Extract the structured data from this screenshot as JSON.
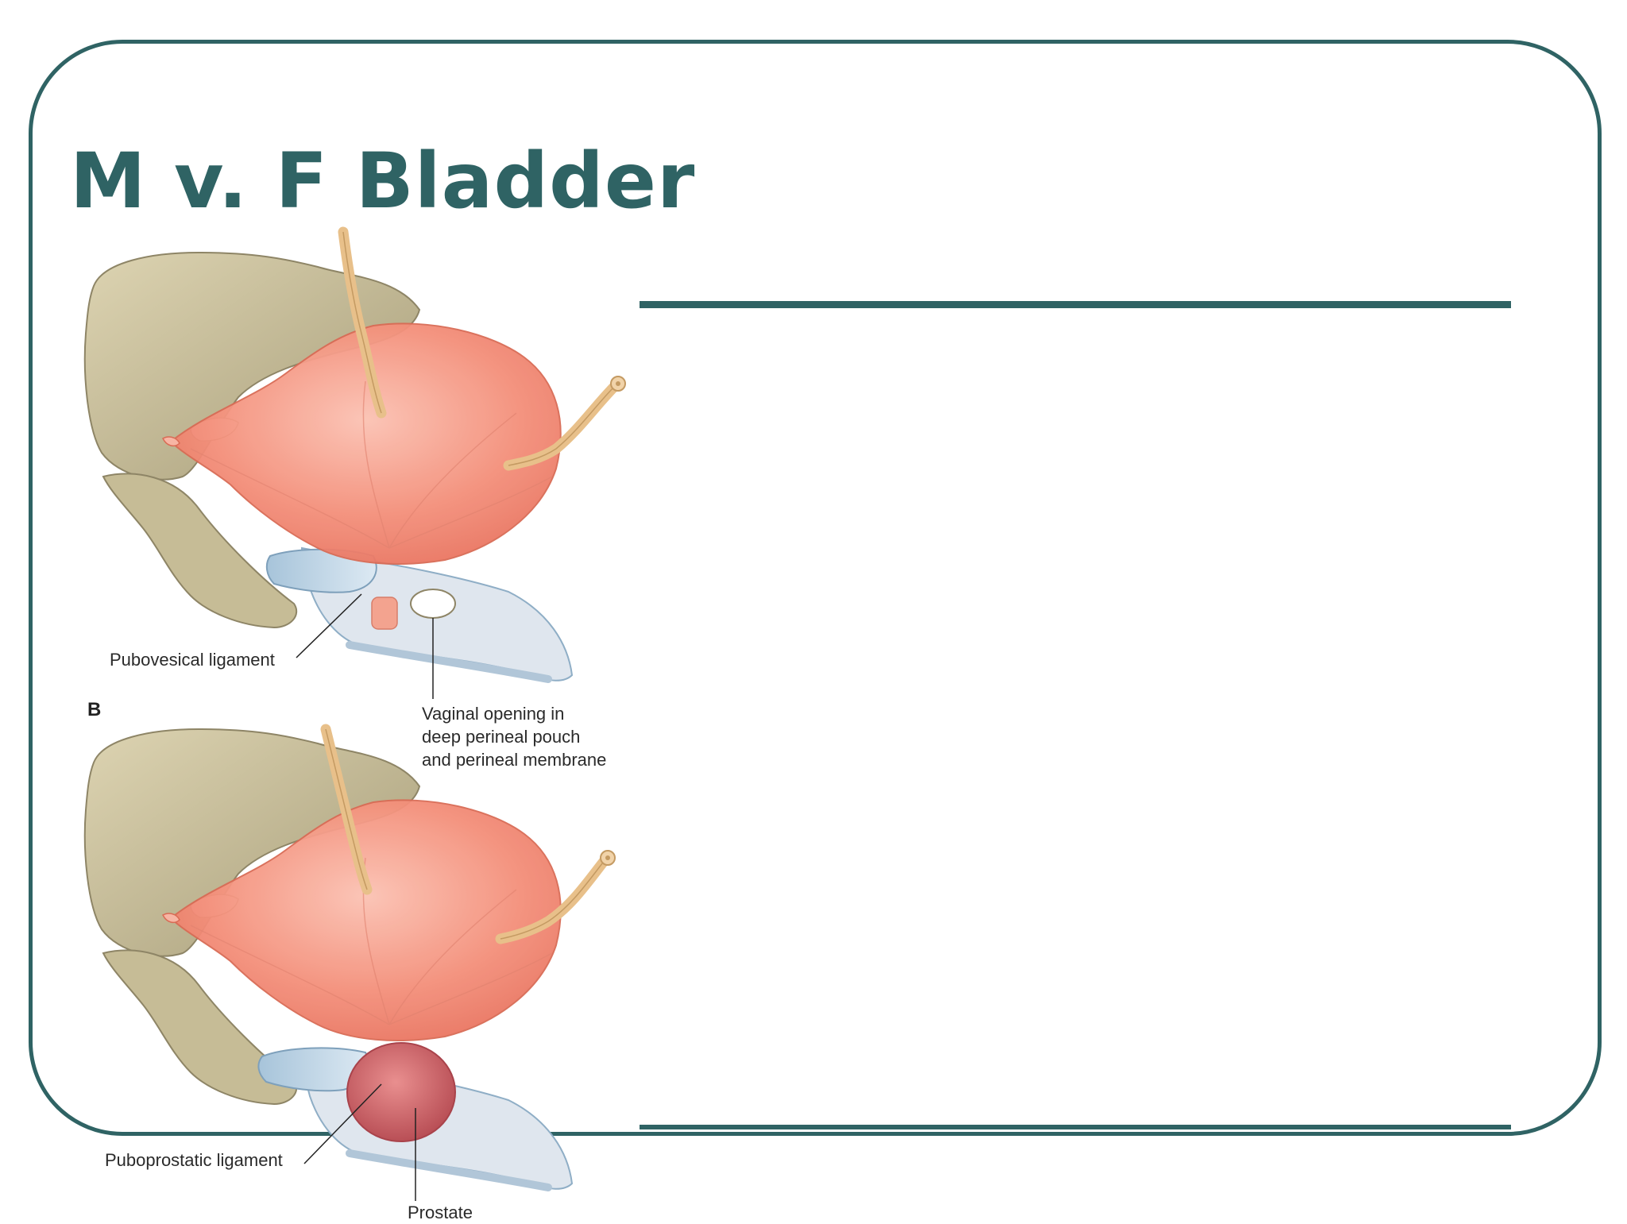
{
  "slide": {
    "title": "M v. F Bladder",
    "theme_color": "#2f6364"
  },
  "figure": {
    "panel_b_letter": "B",
    "labels": {
      "pubovesical": "Pubovesical ligament",
      "vaginal_opening": "Vaginal opening in\ndeep perineal pouch\nand perineal membrane",
      "puboprostatic": "Puboprostatic ligament",
      "prostate": "Prostate"
    },
    "colors": {
      "bladder": "#f4907b",
      "bone": "#c9bf9a",
      "ureter": "#e8c08a",
      "ligament": "#b9d3e6",
      "prostate": "#d96b6b"
    }
  }
}
